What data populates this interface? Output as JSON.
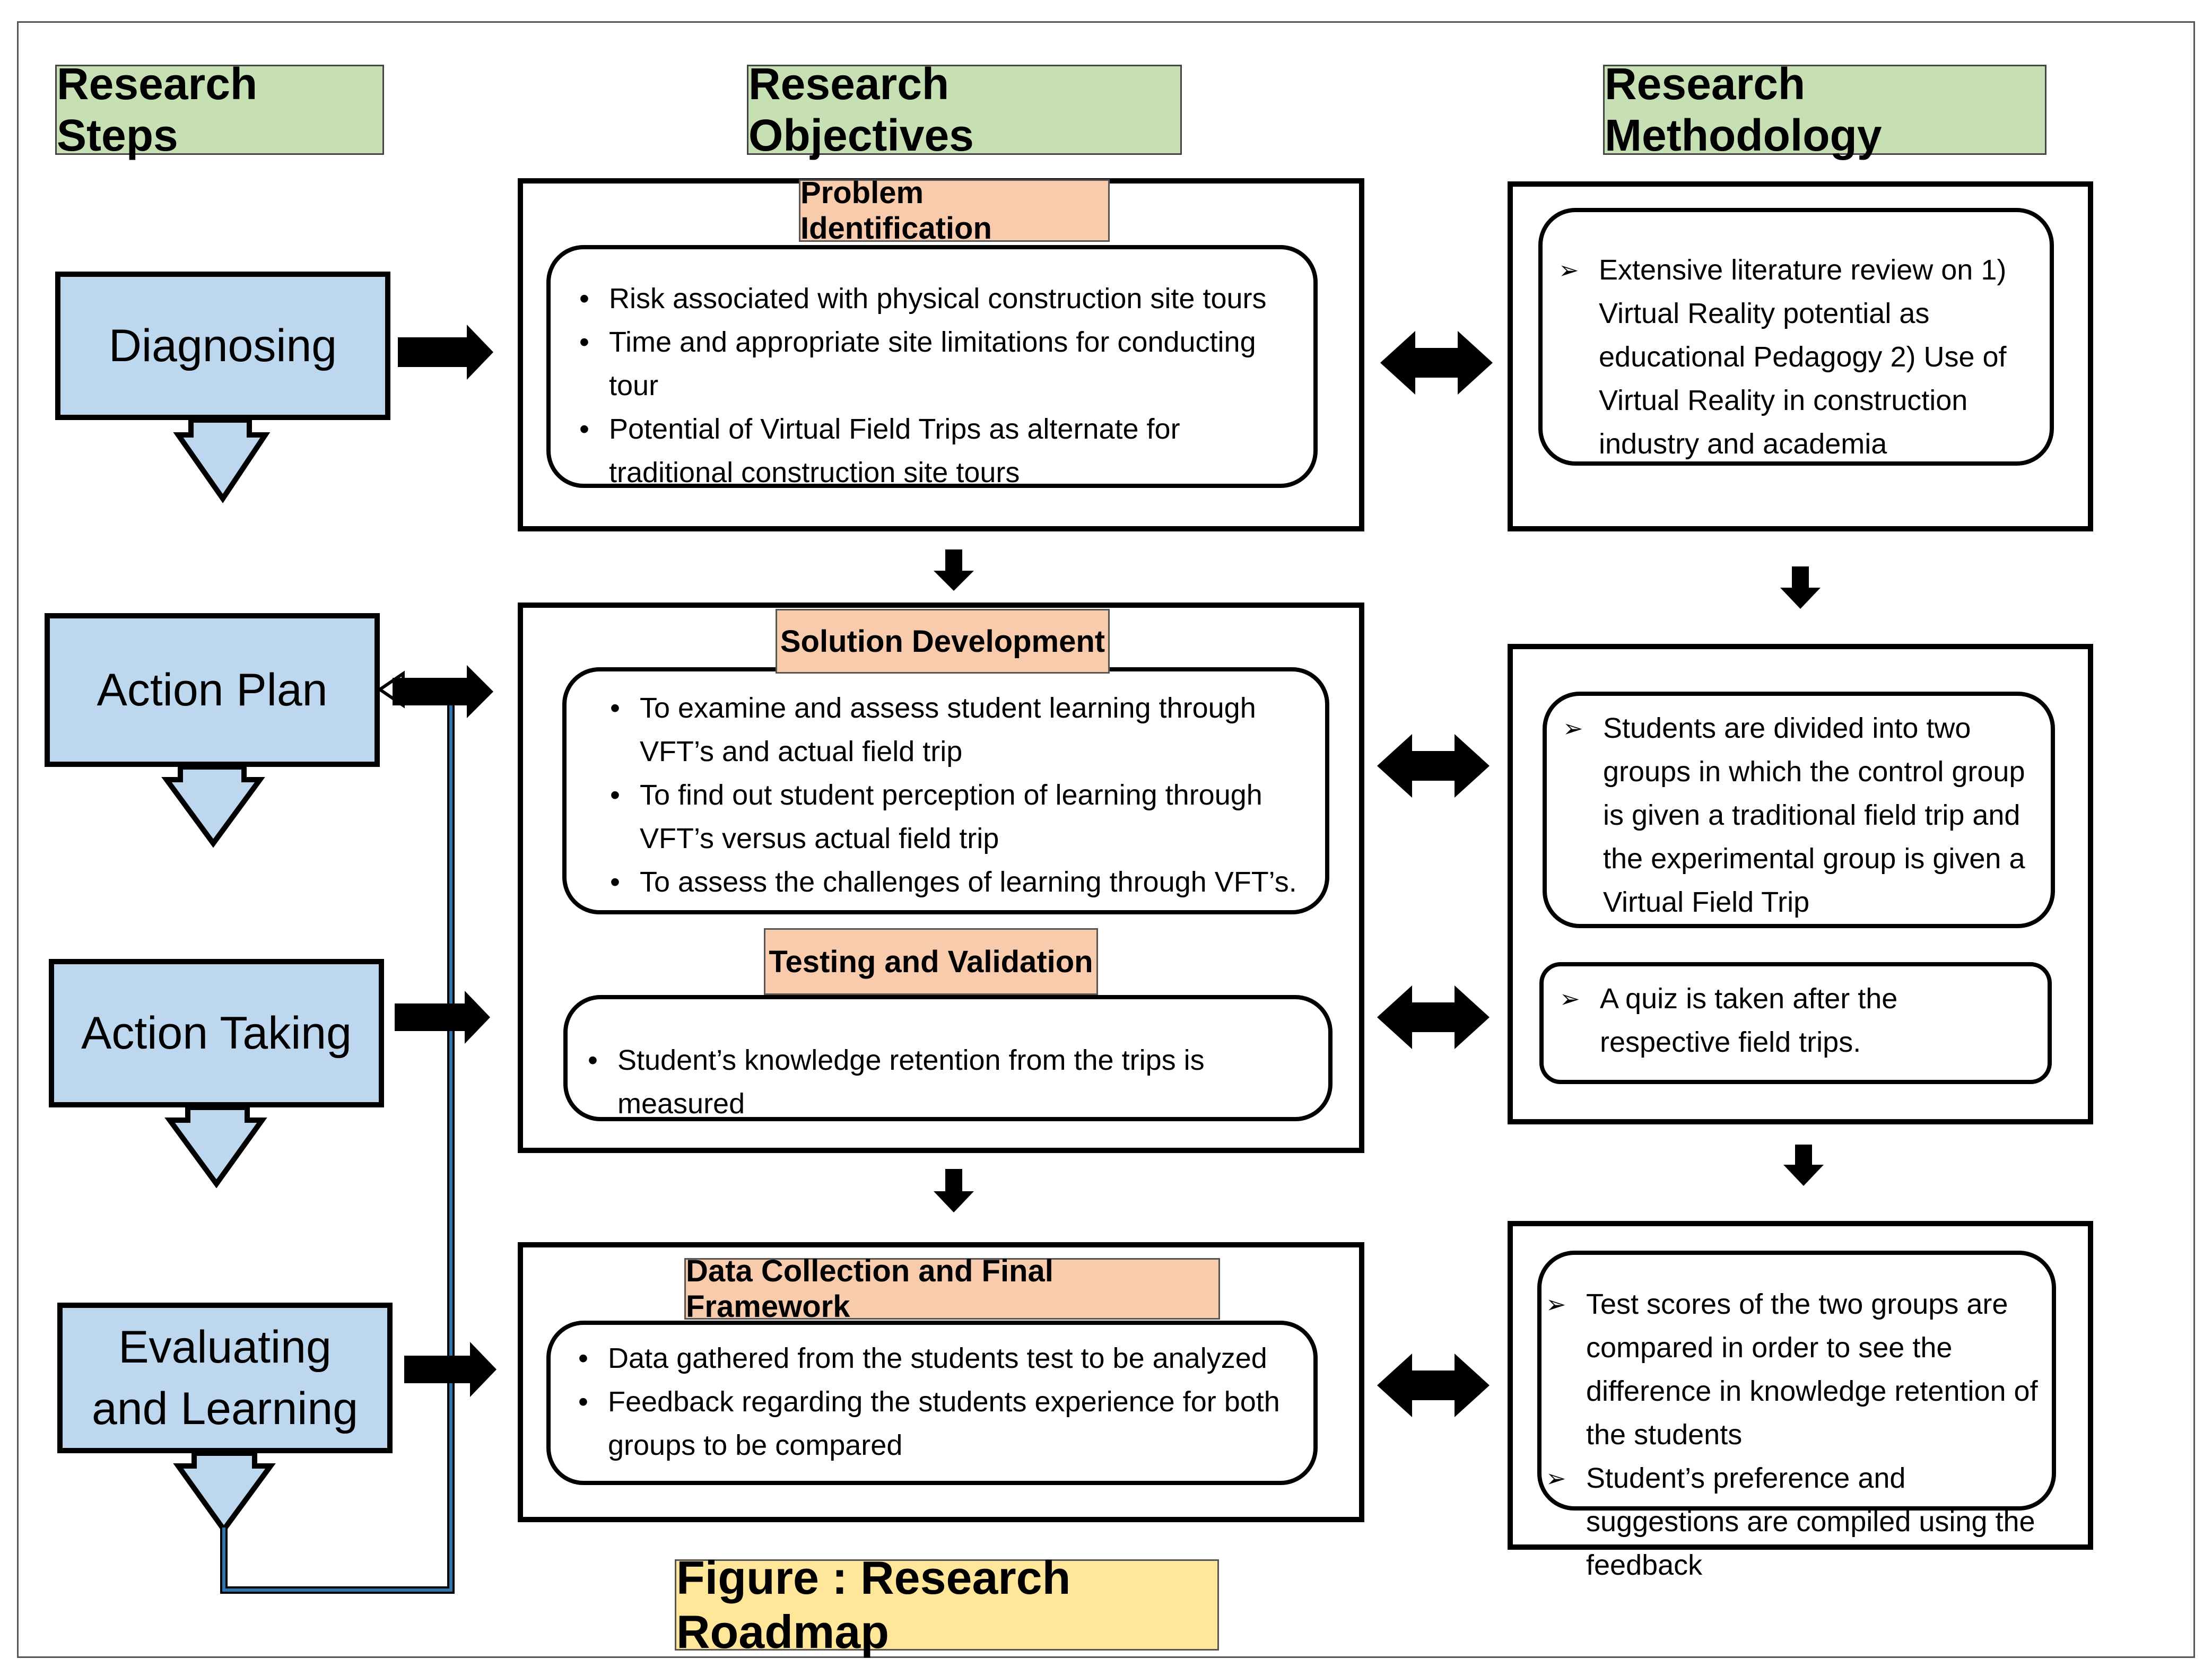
{
  "headers": {
    "steps": "Research Steps",
    "objectives": "Research Objectives",
    "methodology": "Research Methodology"
  },
  "steps": [
    {
      "label": "Diagnosing"
    },
    {
      "label": "Action Plan"
    },
    {
      "label": "Action Taking"
    },
    {
      "label": "Evaluating and Learning"
    }
  ],
  "objectives": {
    "problem_identification": {
      "tag": "Problem Identification",
      "items": [
        "Risk associated with physical construction    site tours",
        "Time and appropriate site limitations for conducting tour",
        "Potential of Virtual Field Trips as alternate for traditional construction site tours"
      ]
    },
    "solution_development": {
      "tag": "Solution Development",
      "items": [
        "To examine and assess student learning through VFT’s and actual field trip",
        "To find out student perception of learning through VFT’s versus actual field trip",
        "To assess the challenges of learning through VFT’s."
      ]
    },
    "testing_validation": {
      "tag": "Testing and Validation",
      "items": [
        "Student’s knowledge retention from the trips is measured"
      ]
    },
    "data_collection": {
      "tag": "Data Collection and Final Framework",
      "items": [
        "Data gathered from the students test to be analyzed",
        "Feedback regarding the students experience for both groups to be compared"
      ]
    }
  },
  "methodology": {
    "literature": [
      "Extensive literature review on 1) Virtual Reality potential as educational Pedagogy 2) Use of Virtual Reality in construction industry and academia"
    ],
    "groups": [
      "Students are divided into two groups in which the control group is given a traditional field trip and the experimental group is given a Virtual Field Trip"
    ],
    "quiz": [
      "A quiz is taken after the respective field trips."
    ],
    "analysis": [
      "Test scores of the two groups are compared in order to see the difference in knowledge retention of the students",
      "Student’s preference and suggestions are compiled using the feedback"
    ]
  },
  "caption": "Figure : Research Roadmap",
  "colors": {
    "header_fill": "#c6e0b4",
    "step_fill": "#bdd7ee",
    "tag_fill": "#f8cbad",
    "caption_fill": "#ffe699",
    "feedback_line": "#2e75b6"
  }
}
